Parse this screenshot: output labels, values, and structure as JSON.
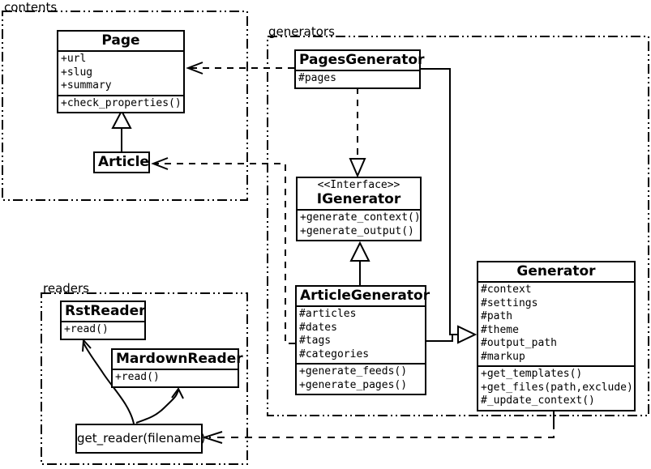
{
  "packages": {
    "contents": {
      "label": "contents"
    },
    "generators": {
      "label": "generators"
    },
    "readers": {
      "label": "readers"
    }
  },
  "classes": {
    "page": {
      "name": "Page",
      "attributes": [
        "+url",
        "+slug",
        "+summary"
      ],
      "methods": [
        "+check_properties()"
      ]
    },
    "article": {
      "name": "Article"
    },
    "pages_generator": {
      "name": "PagesGenerator",
      "attributes": [
        "#pages"
      ]
    },
    "igenerator": {
      "stereotype": "<<Interface>>",
      "name": "IGenerator",
      "methods": [
        "+generate_context()",
        "+generate_output()"
      ]
    },
    "article_generator": {
      "name": "ArticleGenerator",
      "attributes": [
        "#articles",
        "#dates",
        "#tags",
        "#categories"
      ],
      "methods": [
        "+generate_feeds()",
        "+generate_pages()"
      ]
    },
    "generator": {
      "name": "Generator",
      "attributes": [
        "#context",
        "#settings",
        "#path",
        "#theme",
        "#output_path",
        "#markup"
      ],
      "methods": [
        "+get_templates()",
        "+get_files(path,exclude)",
        "#_update_context()"
      ]
    },
    "rst_reader": {
      "name": "RstReader",
      "methods": [
        "+read()"
      ]
    },
    "mardown_reader": {
      "name": "MardownReader",
      "methods": [
        "+read()"
      ]
    }
  },
  "functions": {
    "get_reader": {
      "label": "get_reader(filename)"
    }
  },
  "colors": {
    "line": "#000000",
    "background": "#ffffff"
  }
}
